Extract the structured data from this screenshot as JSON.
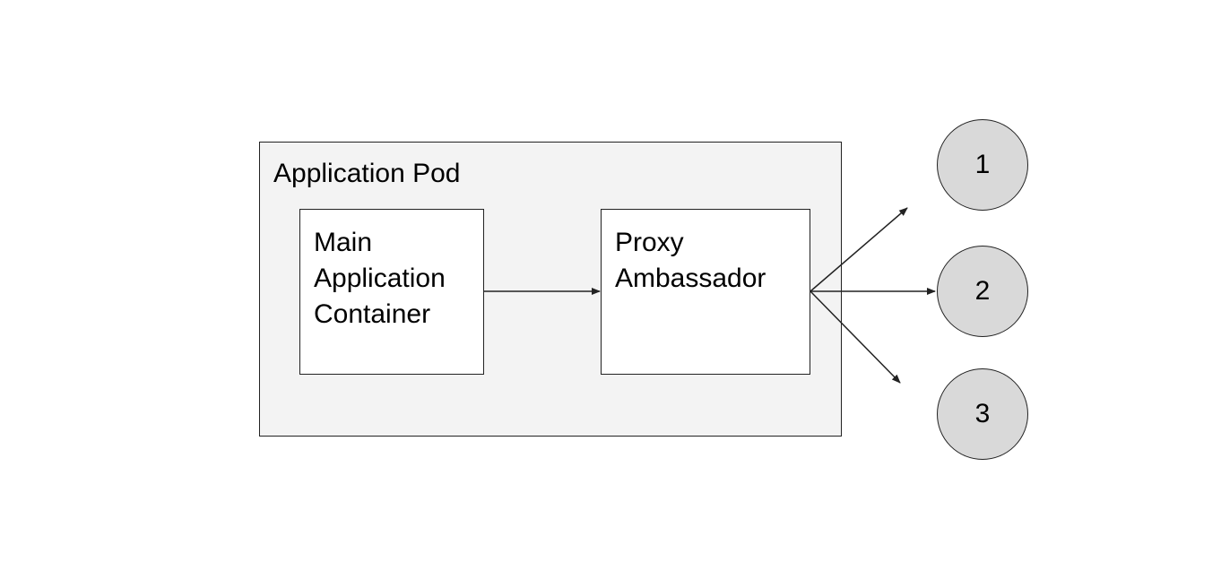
{
  "pod": {
    "title": "Application Pod",
    "main_container": {
      "lines": [
        "Main",
        "Application",
        "Container"
      ]
    },
    "proxy": {
      "lines": [
        "Proxy",
        "Ambassador"
      ]
    }
  },
  "nodes": [
    "1",
    "2",
    "3"
  ],
  "colors": {
    "pod_fill": "#f3f3f3",
    "box_fill": "#ffffff",
    "node_fill": "#d9d9d9",
    "stroke": "#222222"
  }
}
